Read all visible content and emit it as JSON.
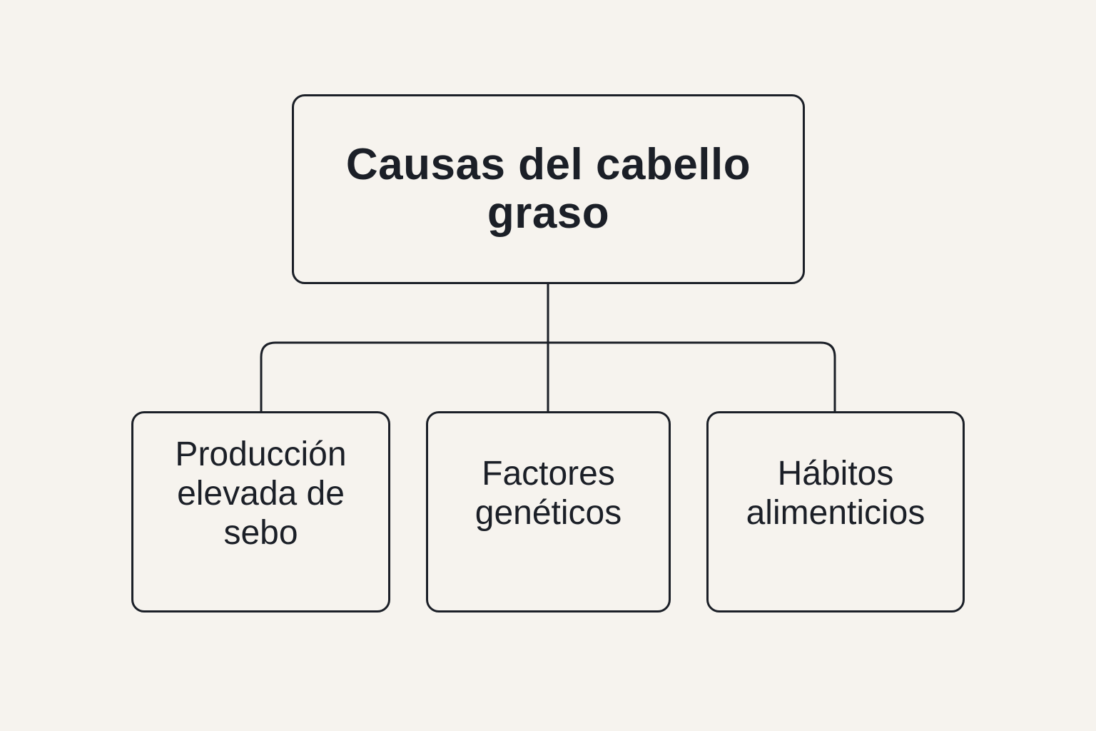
{
  "diagram": {
    "root": {
      "label": "Causas del cabello graso"
    },
    "children": [
      {
        "label": "Producción elevada de sebo"
      },
      {
        "label": "Factores genéticos"
      },
      {
        "label": "Hábitos alimenticios"
      }
    ]
  },
  "colors": {
    "background": "#f6f3ee",
    "stroke": "#1b1f27",
    "text": "#1b1f27"
  }
}
